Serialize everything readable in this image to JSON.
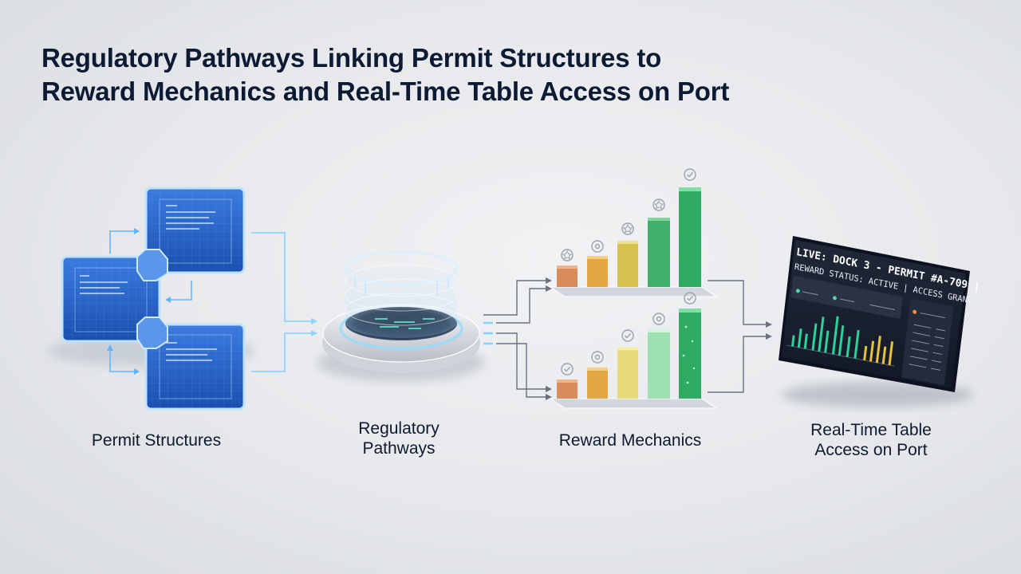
{
  "title": {
    "line1": "Regulatory Pathways Linking Permit Structures to",
    "line2": "Reward Mechanics and Real-Time Table Access on Port"
  },
  "stages": {
    "permit": {
      "label": "Permit Structures"
    },
    "regulatory": {
      "line1": "Regulatory",
      "line2": "Pathways"
    },
    "reward": {
      "label": "Reward Mechanics"
    },
    "access": {
      "line1": "Real-Time Table",
      "line2": "Access on Port"
    }
  },
  "dashboard": {
    "headline": "LIVE: DOCK 3 - PERMIT #A-709 |",
    "status_line": "REWARD STATUS: ACTIVE | ACCESS GRANTED"
  },
  "colors": {
    "permit_blue": "#1f5fc4",
    "glow": "#8fd4ff",
    "reward_orange": "#d98b5a",
    "reward_gold": "#e2b444",
    "reward_green": "#34b56a",
    "dashboard_bg": "#1a2030",
    "chart_green": "#2ed19a",
    "chart_yellow": "#e7c23a"
  },
  "icons": [
    "document-icon",
    "star-icon",
    "check-icon",
    "gear-icon",
    "arrow-right-icon"
  ]
}
